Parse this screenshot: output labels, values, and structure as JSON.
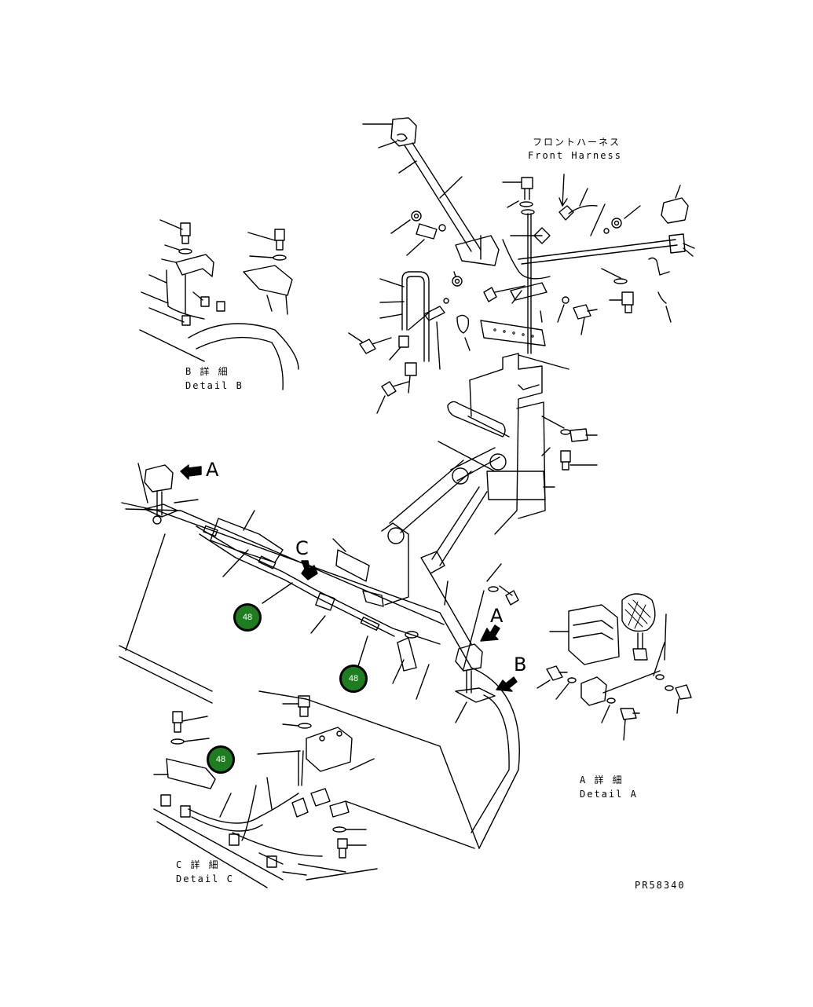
{
  "labels": {
    "front_harness_jp": "フロントハーネス",
    "front_harness_en": "Front Harness",
    "detail_b_jp": "B 詳 細",
    "detail_b_en": "Detail B",
    "detail_a_jp": "A 詳 細",
    "detail_a_en": "Detail A",
    "detail_c_jp": "C 詳 細",
    "detail_c_en": "Detail C",
    "view_a_1": "A",
    "view_a_2": "A",
    "view_b": "B",
    "view_c": "C",
    "drawing_no": "PR58340"
  },
  "callouts": [
    {
      "text": "48"
    },
    {
      "text": "48"
    },
    {
      "text": "48"
    }
  ],
  "colors": {
    "callout_fill": "#1e7d1e",
    "line": "#000000",
    "background": "#ffffff"
  }
}
